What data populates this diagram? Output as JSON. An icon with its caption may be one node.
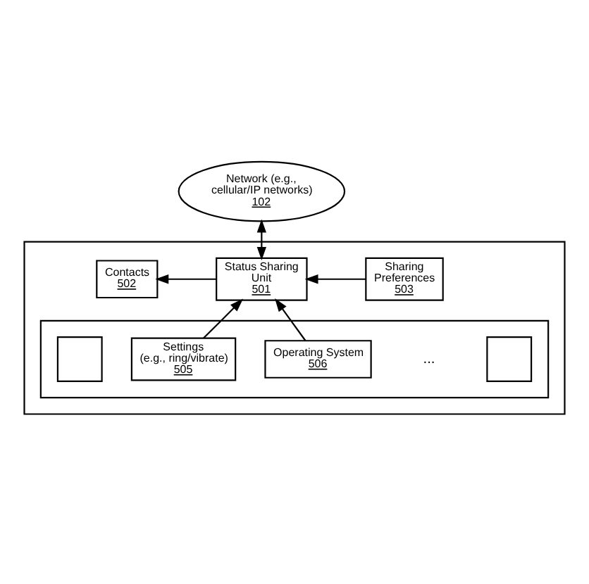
{
  "diagram": {
    "nodes": [
      {
        "text": [],
        "shape": "box"
      },
      {
        "text": [
          "Network (e.g., cellular/IP networks)",
          "102"
        ]
      },
      {
        "text": [
          "Contacts",
          "502"
        ],
        "in": 0
      },
      {
        "text": [
          "Status Sharing Unit",
          "501"
        ],
        "in": 0
      },
      {
        "text": [
          "Sharing Preferences",
          "503"
        ],
        "in": 0
      },
      {
        "text": [],
        "shape": "box",
        "in": 0
      },
      {
        "text": [],
        "shape": "box",
        "in": 5
      },
      {
        "text": [
          "Settings (e.g., ring/vibrate)",
          "505"
        ],
        "in": 5
      },
      {
        "text": [
          "Operating System",
          "506"
        ],
        "in": 5
      },
      {
        "text": [],
        "shape": "box",
        "in": 5
      }
    ],
    "edges": [
      {
        "from": 1,
        "to": 3,
        "arrow": "both"
      },
      {
        "from": 3,
        "to": 2,
        "arrow": "to"
      },
      {
        "from": 4,
        "to": 3,
        "arrow": "to"
      },
      {
        "from": 7,
        "to": 3,
        "arrow": "to"
      },
      {
        "from": 8,
        "to": 3,
        "arrow": "to"
      }
    ],
    "labels": [
      "..."
    ]
  }
}
